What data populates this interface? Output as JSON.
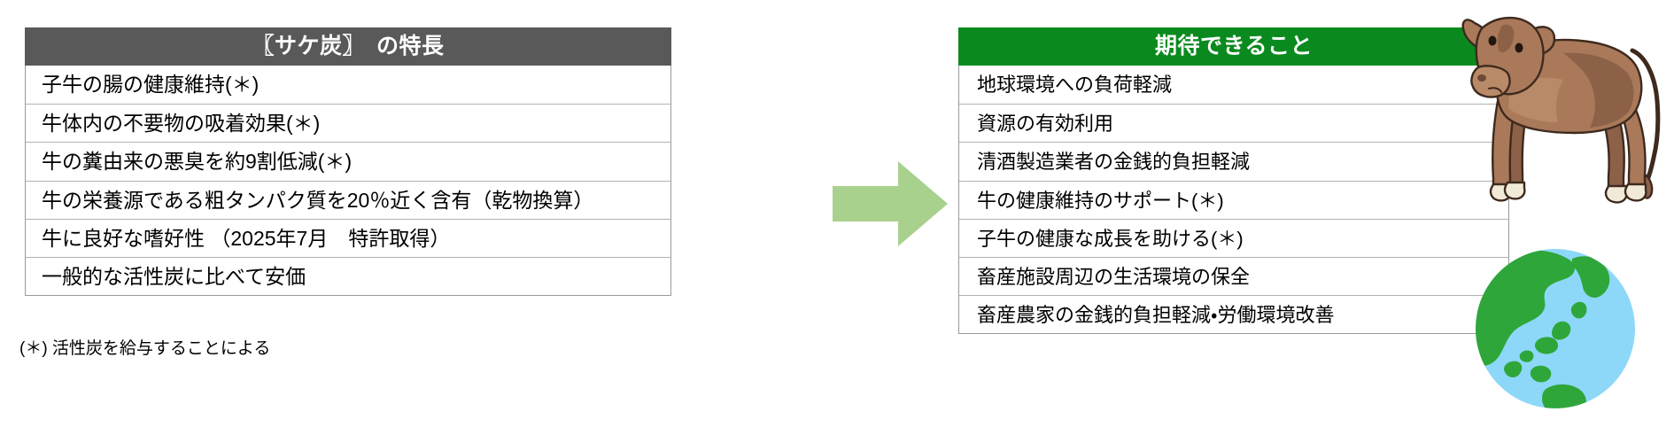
{
  "left_table": {
    "header": "〖サケ炭〗　の特長",
    "header_color": "#595959",
    "rows": [
      "子牛の腸の健康維持(＊)",
      "牛体内の不要物の吸着効果(＊)",
      "牛の糞由来の悪臭を約9割低減(＊)",
      "牛の栄養源である粗タンパク質を20％近く含有（乾物換算）",
      "牛に良好な嗜好性 （2025年7月　特許取得）",
      "一般的な活性炭に比べて安価"
    ]
  },
  "footnote": "(＊)  活性炭を給与することによる",
  "right_table": {
    "header": "期待できること",
    "header_color": "#0A8A1E",
    "rows": [
      "地球環境への負荷軽減",
      "資源の有効利用",
      "清酒製造業者の金銭的負担軽減",
      "牛の健康維持のサポート(＊)",
      "子牛の健康な成長を助ける(＊)",
      "畜産施設周辺の生活環境の保全",
      "畜産農家の金銭的負担軽減・労働環境改善"
    ]
  },
  "arrow": {
    "name": "right-arrow",
    "fill": "#A9D18E"
  },
  "illustrations": {
    "cow": {
      "name": "calf-illustration",
      "body_color": "#A9795A",
      "shade_color": "#8C6148",
      "outline_color": "#3E2A1E",
      "hoof_color": "#F2EAD8"
    },
    "globe": {
      "name": "earth-globe-illustration",
      "ocean_color": "#8DD8F8",
      "land_color": "#2FA63A"
    }
  }
}
